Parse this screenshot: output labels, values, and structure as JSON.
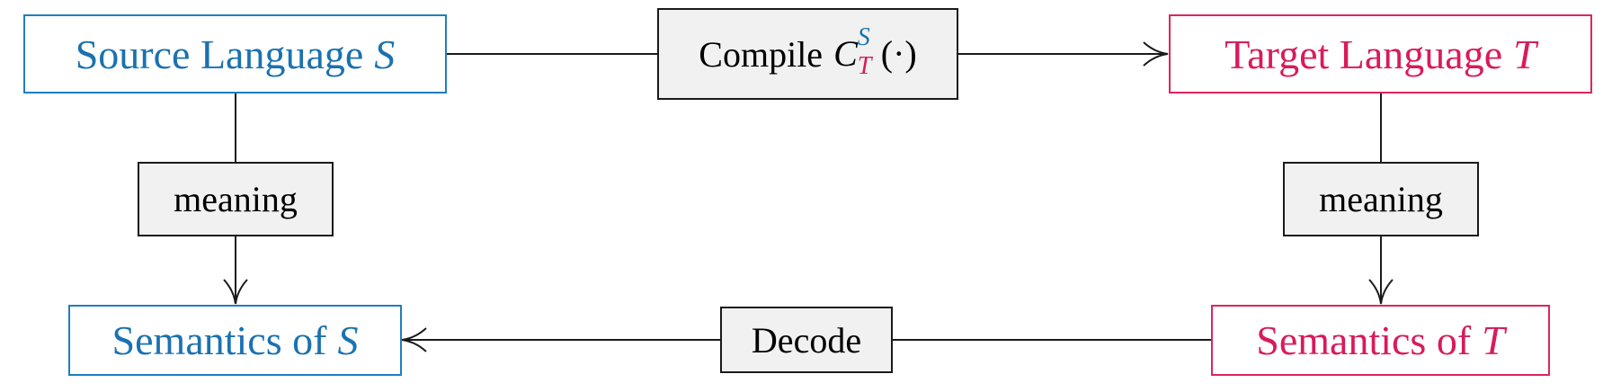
{
  "nodes": {
    "source_language": {
      "text": "Source Language",
      "var": "S"
    },
    "target_language": {
      "text": "Target Language",
      "var": "T"
    },
    "semantics_source": {
      "text": "Semantics of",
      "var": "S"
    },
    "semantics_target": {
      "text": "Semantics of",
      "var": "T"
    }
  },
  "labels": {
    "compile": {
      "text": "Compile",
      "symbol": "C",
      "superscript": "S",
      "subscript": "T",
      "argument": "(·)"
    },
    "meaning_left": "meaning",
    "meaning_right": "meaning",
    "decode": "Decode"
  },
  "colors": {
    "source": "#1a72b0",
    "target": "#d81b5c",
    "label_fill": "#f0f1f0",
    "edge": "#1a1a1a"
  }
}
